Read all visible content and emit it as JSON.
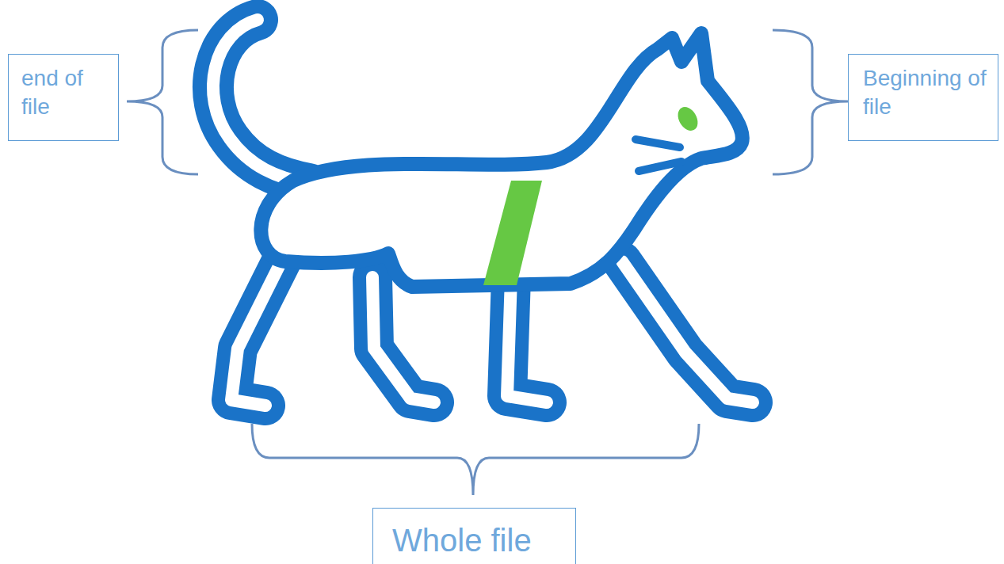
{
  "diagram": {
    "nodes": [
      {
        "text": [
          "end of file"
        ]
      },
      {
        "text": [
          "Beginning of file"
        ]
      },
      {
        "text": [
          "Whole file"
        ]
      }
    ]
  }
}
